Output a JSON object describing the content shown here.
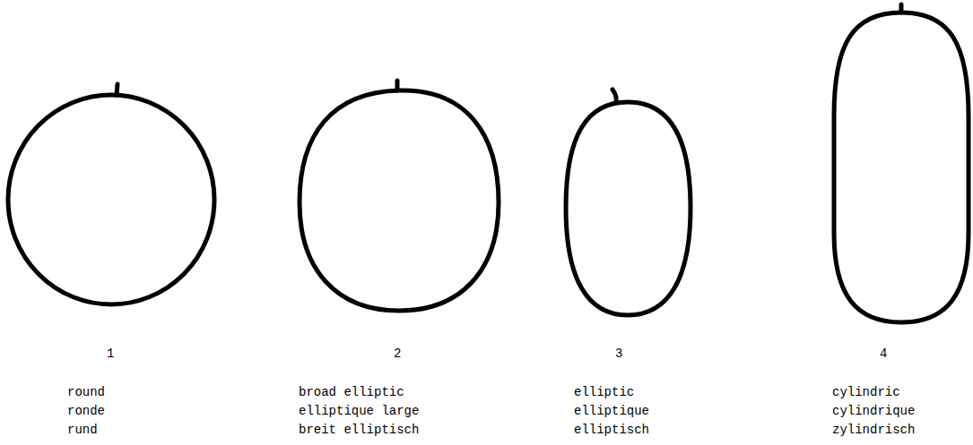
{
  "diagram": {
    "labels": [
      "1",
      "2",
      "3",
      "4",
      "round",
      "broad elliptic",
      "elliptic",
      "cylindric",
      "ronde",
      "elliptique large",
      "elliptique",
      "cylindrique",
      "rund",
      "breit elliptisch",
      "elliptisch",
      "zylindrisch"
    ]
  }
}
